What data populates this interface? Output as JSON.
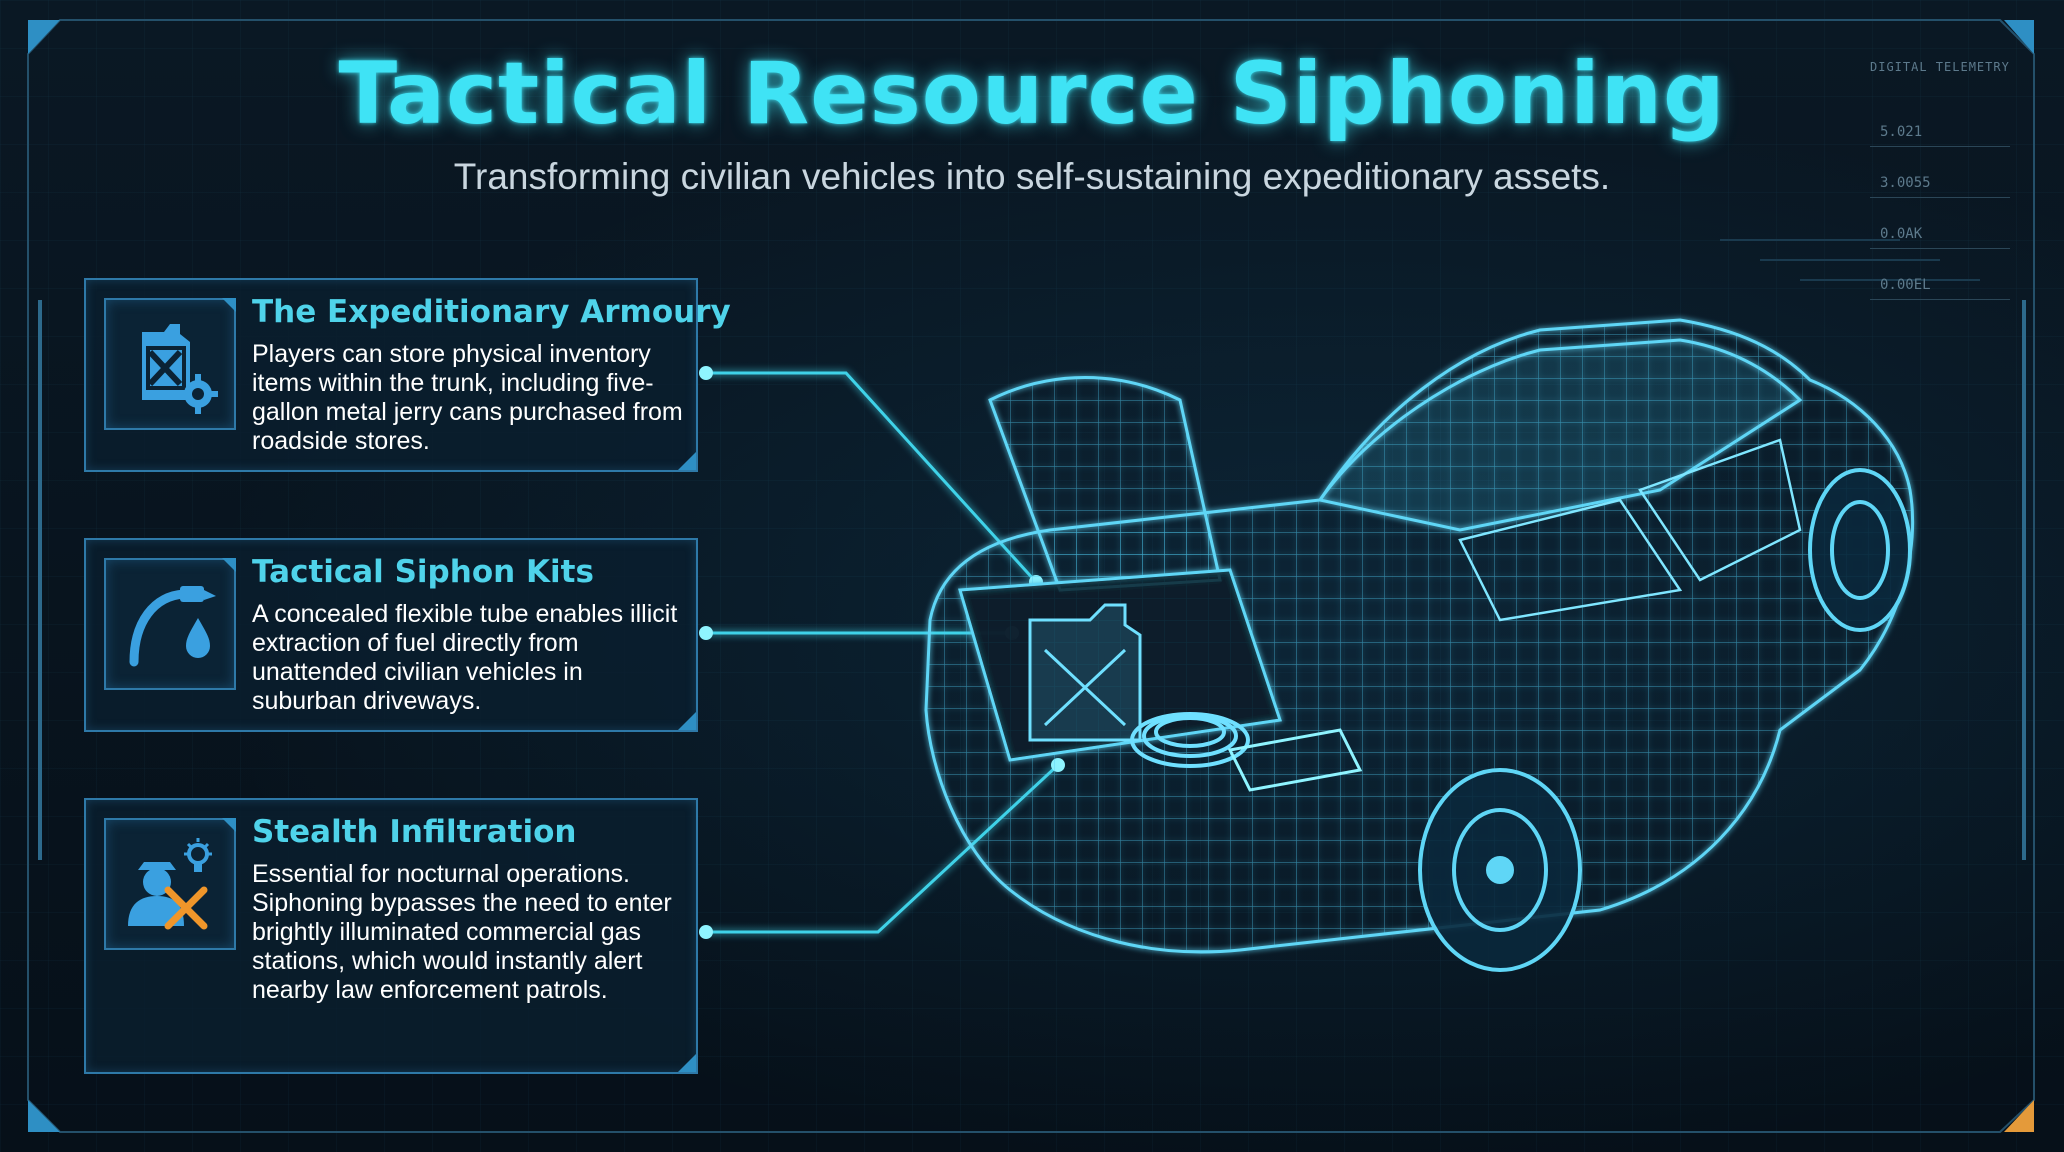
{
  "header": {
    "title": "Tactical Resource Siphoning",
    "subtitle": "Transforming civilian vehicles into self-sustaining expeditionary assets."
  },
  "telemetry": {
    "label": "DIGITAL TELEMETRY",
    "readouts": [
      "5.021",
      "3.0055",
      "0.0AK",
      "0.00EL"
    ]
  },
  "cards": [
    {
      "title": "The Expeditionary Armoury",
      "body": "Players can store physical inventory items within the trunk, including five-gallon metal jerry cans purchased from roadside stores.",
      "icon": "jerry-can-gear-icon"
    },
    {
      "title": "Tactical Siphon Kits",
      "body": "A concealed flexible tube enables illicit extraction of fuel directly from unattended civilian vehicles in suburban driveways.",
      "icon": "siphon-hose-drop-icon"
    },
    {
      "title": "Stealth Infiltration",
      "body": "Essential for nocturnal operations. Siphoning bypasses the need to enter brightly illuminated commercial gas stations, which would instantly alert nearby law enforcement patrols.",
      "icon": "hooded-figure-light-off-icon"
    }
  ],
  "colors": {
    "accent": "#3fe3f5",
    "panel_border": "#2e79a8",
    "icon_blue": "#3aa0e0",
    "warning_orange": "#f0962a",
    "wireframe": "#4cc8ee"
  },
  "illustration": "car-wireframe"
}
